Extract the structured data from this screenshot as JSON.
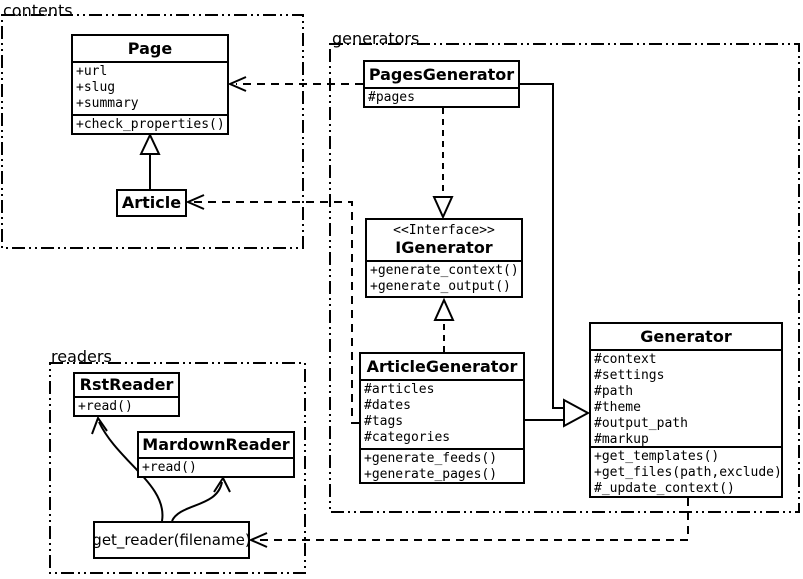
{
  "diagram": {
    "kind": "uml-class-diagram",
    "colors": {
      "stroke": "#000000",
      "background": "#ffffff"
    }
  },
  "packages": {
    "contents": {
      "label": "contents"
    },
    "generators": {
      "label": "generators"
    },
    "readers": {
      "label": "readers"
    }
  },
  "classes": {
    "page": {
      "title": "Page",
      "attributes": [
        "+url",
        "+slug",
        "+summary"
      ],
      "methods": [
        "+check_properties()"
      ]
    },
    "article": {
      "title": "Article"
    },
    "pages_generator": {
      "title": "PagesGenerator",
      "attributes": [
        "#pages"
      ]
    },
    "igenerator": {
      "stereotype": "<<Interface>>",
      "title": "IGenerator",
      "methods": [
        "+generate_context()",
        "+generate_output()"
      ]
    },
    "article_generator": {
      "title": "ArticleGenerator",
      "attributes": [
        "#articles",
        "#dates",
        "#tags",
        "#categories"
      ],
      "methods": [
        "+generate_feeds()",
        "+generate_pages()"
      ]
    },
    "generator": {
      "title": "Generator",
      "attributes": [
        "#context",
        "#settings",
        "#path",
        "#theme",
        "#output_path",
        "#markup"
      ],
      "methods": [
        "+get_templates()",
        "+get_files(path,exclude)",
        "#_update_context()"
      ]
    },
    "rst_reader": {
      "title": "RstReader",
      "methods": [
        "+read()"
      ]
    },
    "mardown_reader": {
      "title": "MardownReader",
      "methods": [
        "+read()"
      ]
    },
    "get_reader": {
      "label": "get_reader(filename)"
    }
  },
  "relations": {
    "article_extends_page": "inheritance",
    "pagesgenerator_uses_page": "dependency",
    "articlegenerator_uses_article": "dependency",
    "pagesgenerator_realizes_igenerator": "realization",
    "articlegenerator_realizes_igenerator": "realization",
    "generators_extend_generator": "inheritance",
    "generator_uses_get_reader": "dependency",
    "get_reader_creates_rstreader": "association",
    "get_reader_creates_mardownreader": "association"
  }
}
